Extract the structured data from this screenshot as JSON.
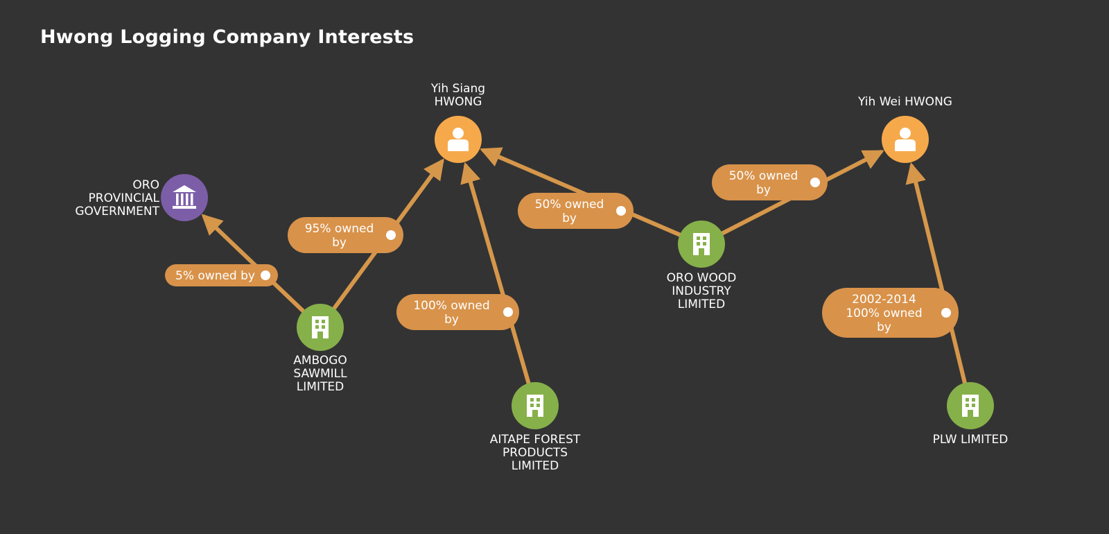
{
  "title": "Hwong Logging Company Interests",
  "colors": {
    "background": "#333333",
    "person": "#f6a94b",
    "company": "#86b04a",
    "government": "#7c5ea8",
    "edge": "#e4a04e",
    "badge": "#d8924a",
    "text": "#ffffff"
  },
  "nodes": [
    {
      "id": "yih-siang",
      "type": "person",
      "icon": "person-icon",
      "label": [
        "Yih Siang",
        "HWONG"
      ]
    },
    {
      "id": "yih-wei",
      "type": "person",
      "icon": "person-icon",
      "label": [
        "Yih Wei HWONG"
      ]
    },
    {
      "id": "oro-gov",
      "type": "government",
      "icon": "government-building-icon",
      "label": [
        "ORO",
        "PROVINCIAL",
        "GOVERNMENT"
      ]
    },
    {
      "id": "ambogo",
      "type": "company",
      "icon": "company-building-icon",
      "label": [
        "AMBOGO",
        "SAWMILL",
        "LIMITED"
      ]
    },
    {
      "id": "aitape",
      "type": "company",
      "icon": "company-building-icon",
      "label": [
        "AITAPE FOREST",
        "PRODUCTS",
        "LIMITED"
      ]
    },
    {
      "id": "oro-wood",
      "type": "company",
      "icon": "company-building-icon",
      "label": [
        "ORO WOOD",
        "INDUSTRY",
        "LIMITED"
      ]
    },
    {
      "id": "plw",
      "type": "company",
      "icon": "company-building-icon",
      "label": [
        "PLW LIMITED"
      ]
    }
  ],
  "edges": [
    {
      "from": "ambogo",
      "to": "oro-gov",
      "label": [
        "5% owned by"
      ]
    },
    {
      "from": "ambogo",
      "to": "yih-siang",
      "label": [
        "95% owned",
        "by"
      ]
    },
    {
      "from": "aitape",
      "to": "yih-siang",
      "label": [
        "100% owned",
        "by"
      ]
    },
    {
      "from": "oro-wood",
      "to": "yih-siang",
      "label": [
        "50% owned",
        "by"
      ]
    },
    {
      "from": "oro-wood",
      "to": "yih-wei",
      "label": [
        "50% owned",
        "by"
      ]
    },
    {
      "from": "plw",
      "to": "yih-wei",
      "label": [
        "2002-2014",
        "100% owned",
        "by"
      ]
    }
  ]
}
